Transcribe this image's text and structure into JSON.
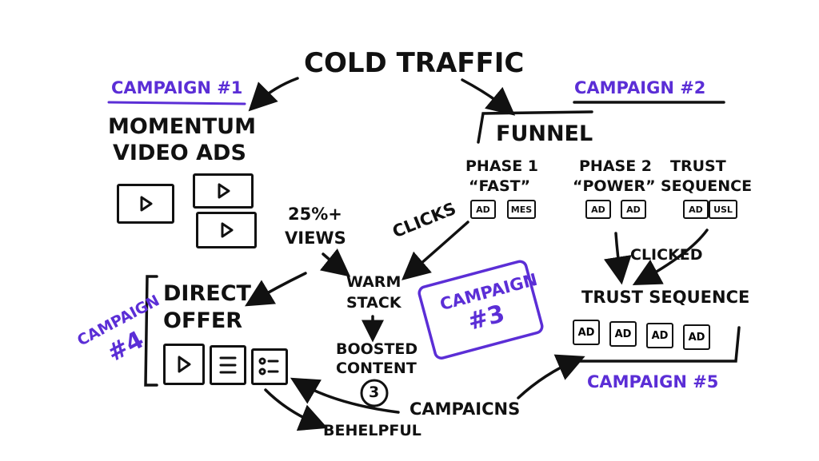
{
  "cold_traffic": "COLD TRAFFIC",
  "campaign1": {
    "label": "CAMPAIGN #1",
    "title_line1": "MOMENTUM",
    "title_line2": "VIDEO ADS"
  },
  "campaign2": {
    "label": "CAMPAIGN #2",
    "funnel": "FUNNEL",
    "phase1": {
      "line1": "PHASE 1",
      "line2": "“FAST”",
      "tags": [
        "AD",
        "MES"
      ]
    },
    "phase2": {
      "line1": "PHASE 2",
      "line2": "“POWER”",
      "tags": [
        "AD",
        "AD"
      ]
    },
    "trust": {
      "line1": "TRUST",
      "line2": "SEQUENCE",
      "tags": [
        "AD",
        "USL"
      ]
    }
  },
  "views": {
    "line1": "25%+",
    "line2": "VIEWS"
  },
  "clicks": "CLICKS",
  "clicked": "CLICKED",
  "warm_stack": {
    "line1": "WARM",
    "line2": "STACK"
  },
  "boosted": {
    "line1": "BOOSTED",
    "line2": "CONTENT",
    "count": "3"
  },
  "campaign3": {
    "line1": "CAMPAIGN",
    "line2": "#3"
  },
  "campaign4": {
    "line1": "CAMPAIGN",
    "line2": "#4"
  },
  "direct_offer": {
    "line1": "DIRECT",
    "line2": "OFFER"
  },
  "trust_sequence": {
    "title": "TRUST SEQUENCE",
    "ads": [
      "AD",
      "AD",
      "AD",
      "AD"
    ]
  },
  "campaign5": "CAMPAIGN #5",
  "campaigns": "CAMPAICNS",
  "behelpful": "BEHELPFUL",
  "colors": {
    "ink": "#111111",
    "accent": "#5b2ed6"
  },
  "icons": [
    "play-icon",
    "document-icon",
    "checklist-icon"
  ]
}
